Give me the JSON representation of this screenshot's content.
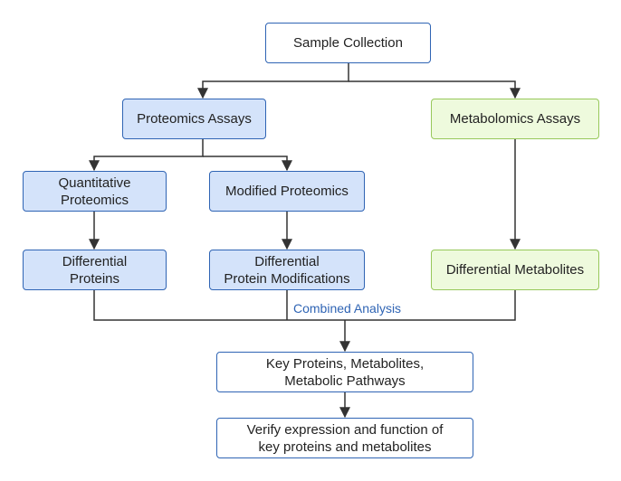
{
  "nodes": {
    "sample_collection": "Sample Collection",
    "proteomics_assays": "Proteomics Assays",
    "metabolomics_assays": "Metabolomics Assays",
    "quantitative_proteomics": "Quantitative\nProteomics",
    "modified_proteomics": "Modified Proteomics",
    "differential_proteins": "Differential\nProteins",
    "differential_protein_modifications": "Differential\nProtein Modifications",
    "differential_metabolites": "Differential Metabolites",
    "key_proteins": "Key Proteins, Metabolites,\nMetabolic Pathways",
    "verify": "Verify expression and function of\nkey proteins and metabolites"
  },
  "edge_labels": {
    "combined_analysis": "Combined Analysis"
  },
  "colors": {
    "line": "#333333",
    "blue_border": "#2f64b4",
    "blue_fill": "#d4e3fa",
    "green_border": "#97c85a",
    "green_fill": "#eefadd",
    "label_text": "#2f64b4"
  }
}
